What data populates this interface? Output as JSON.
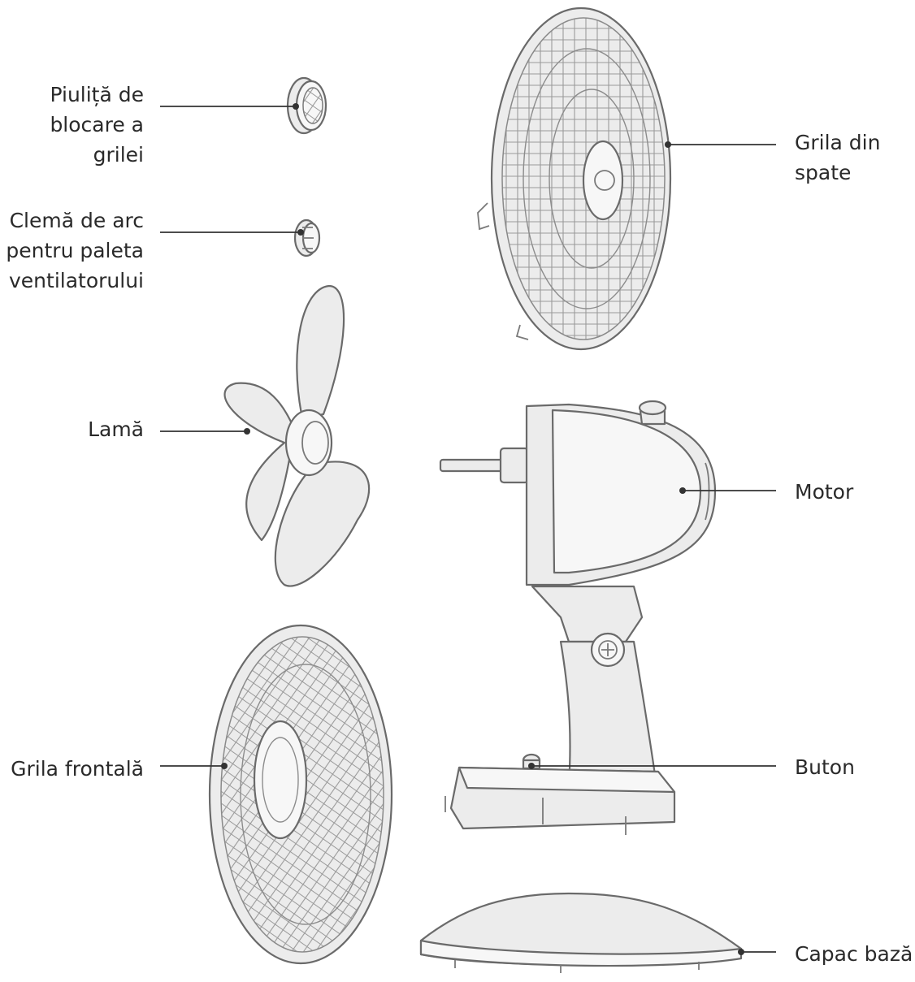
{
  "labels": {
    "locking_nut": "Piuliță de\nblocare a\ngrilei",
    "spring_clip": "Clemă de arc\npentru paleta\nventilatorului",
    "blade": "Lamă",
    "front_grille": "Grila frontală",
    "rear_grille": "Grila din\nspate",
    "motor": "Motor",
    "button": "Buton",
    "base_cover": "Capac bază"
  },
  "colors": {
    "line": "#6a6a6a",
    "fill": "#ececec",
    "text": "#2a2a2a",
    "leader": "#333333"
  }
}
